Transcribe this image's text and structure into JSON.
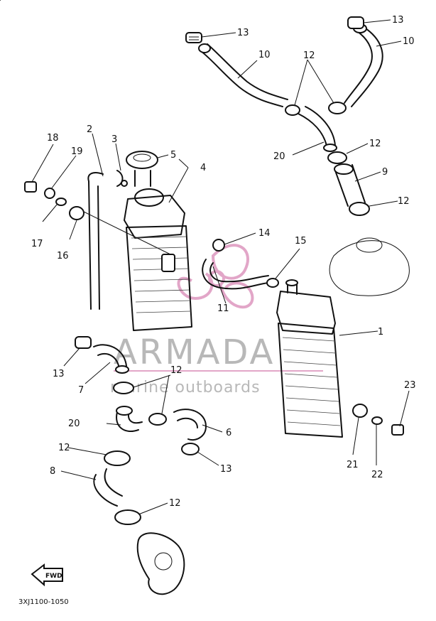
{
  "watermark": {
    "brand": "ARMADA",
    "tagline": "marine outboards",
    "logo_color": "#e2a6c8",
    "text_color": "#b8b8b8"
  },
  "diagram_code": "3XJ1100-1050",
  "fwd_label": "FWD",
  "callouts": [
    {
      "id": "c1",
      "label": "1"
    },
    {
      "id": "c2",
      "label": "2"
    },
    {
      "id": "c3",
      "label": "3"
    },
    {
      "id": "c4",
      "label": "4"
    },
    {
      "id": "c5",
      "label": "5"
    },
    {
      "id": "c6",
      "label": "6"
    },
    {
      "id": "c7",
      "label": "7"
    },
    {
      "id": "c8",
      "label": "8"
    },
    {
      "id": "c9",
      "label": "9"
    },
    {
      "id": "c10a",
      "label": "10"
    },
    {
      "id": "c10b",
      "label": "10"
    },
    {
      "id": "c11",
      "label": "11"
    },
    {
      "id": "c12a",
      "label": "12"
    },
    {
      "id": "c12b",
      "label": "12"
    },
    {
      "id": "c12c",
      "label": "12"
    },
    {
      "id": "c12d",
      "label": "12"
    },
    {
      "id": "c12e",
      "label": "12"
    },
    {
      "id": "c12f",
      "label": "12"
    },
    {
      "id": "c13a",
      "label": "13"
    },
    {
      "id": "c13b",
      "label": "13"
    },
    {
      "id": "c13c",
      "label": "13"
    },
    {
      "id": "c13d",
      "label": "13"
    },
    {
      "id": "c14",
      "label": "14"
    },
    {
      "id": "c15",
      "label": "15"
    },
    {
      "id": "c16",
      "label": "16"
    },
    {
      "id": "c17",
      "label": "17"
    },
    {
      "id": "c18",
      "label": "18"
    },
    {
      "id": "c19",
      "label": "19"
    },
    {
      "id": "c20a",
      "label": "20"
    },
    {
      "id": "c20b",
      "label": "20"
    },
    {
      "id": "c21",
      "label": "21"
    },
    {
      "id": "c22",
      "label": "22"
    },
    {
      "id": "c23",
      "label": "23"
    }
  ]
}
